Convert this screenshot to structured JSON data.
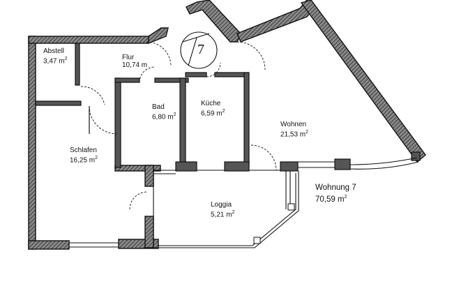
{
  "rooms": {
    "abstell": {
      "name": "Abstell",
      "area": "3,47 m",
      "unit_sup": "2"
    },
    "flur": {
      "name": "Flur",
      "area": "10,74 m",
      "unit_sup": ""
    },
    "bad": {
      "name": "Bad",
      "area": "6,80 m",
      "unit_sup": "2"
    },
    "kueche": {
      "name": "Küche",
      "area": "6,59 m",
      "unit_sup": "2"
    },
    "wohnen": {
      "name": "Wohnen",
      "area": "21,53 m",
      "unit_sup": "2"
    },
    "schlafen": {
      "name": "Schlafen",
      "area": "16,25 m",
      "unit_sup": "2"
    },
    "loggia": {
      "name": "Loggia",
      "area": "5,21 m",
      "unit_sup": "2"
    }
  },
  "unit": {
    "title": "Wohnung 7",
    "area": "70,59 m",
    "unit_sup": "2",
    "stair_number": "7"
  },
  "colors": {
    "wall": "#555555",
    "line": "#111111",
    "background": "#ffffff"
  }
}
